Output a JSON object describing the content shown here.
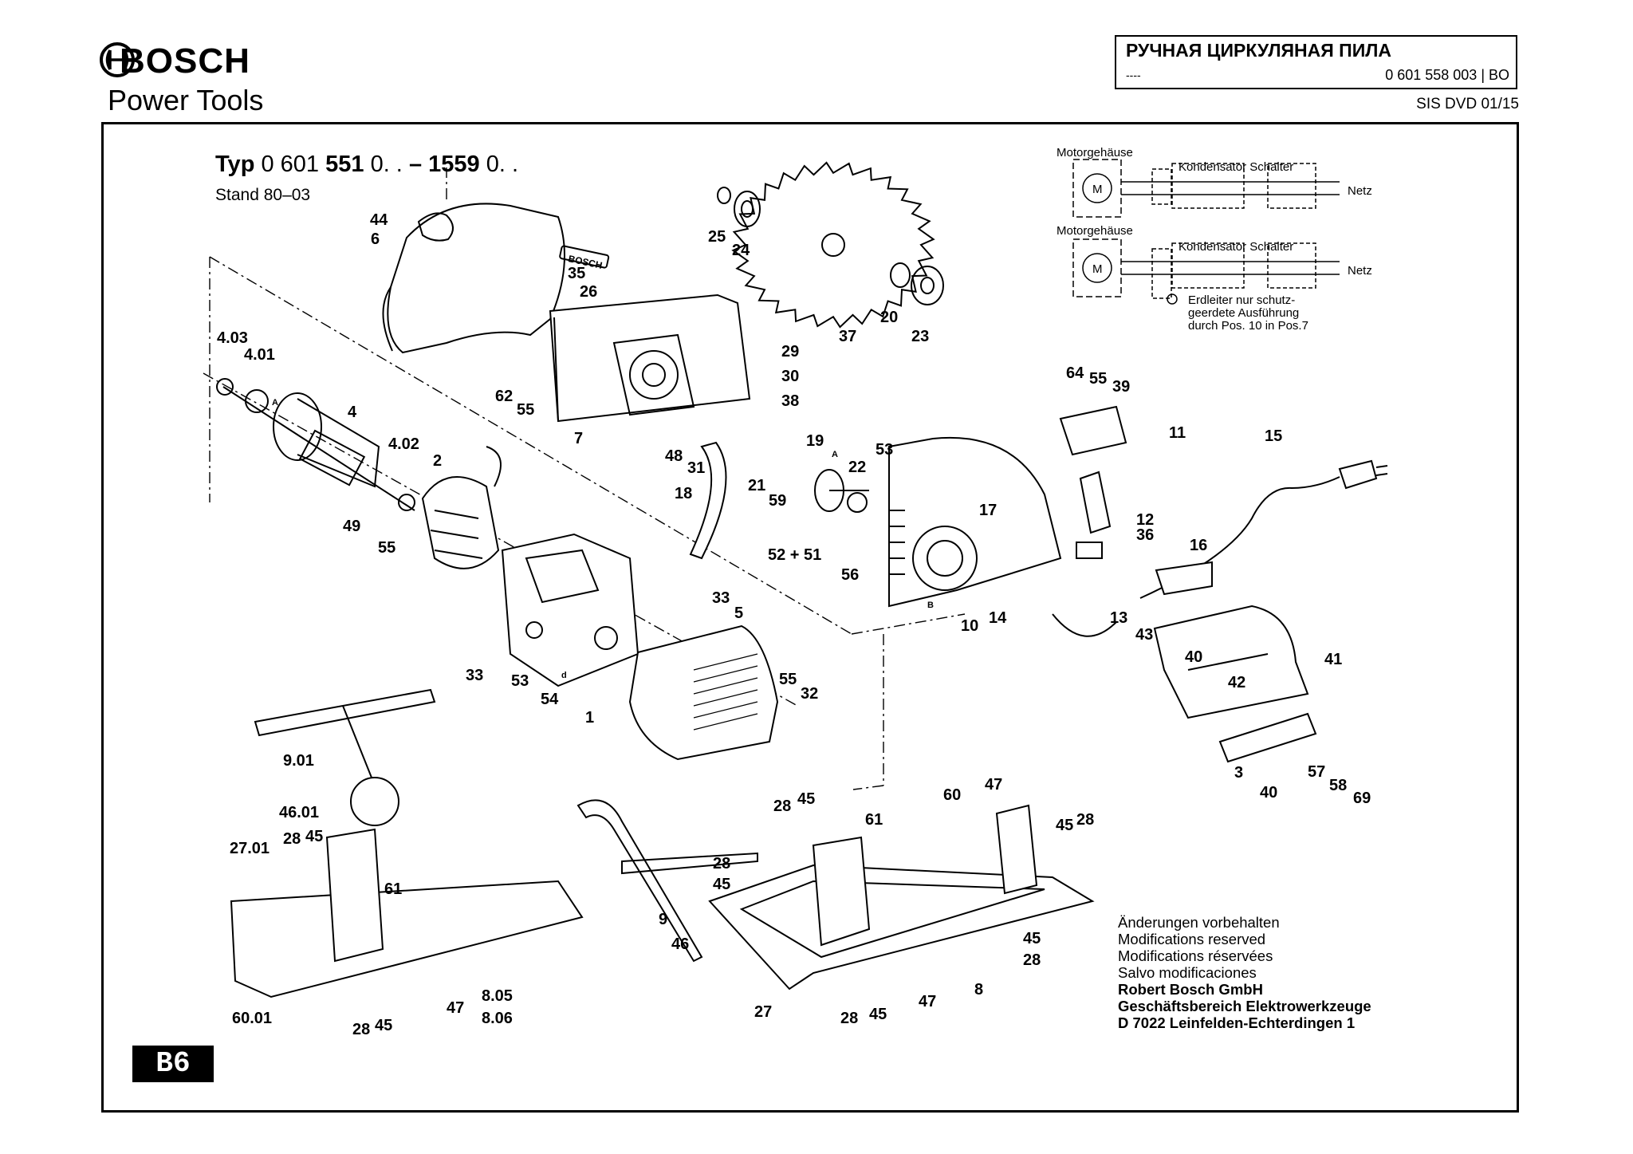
{
  "header": {
    "brand": "BOSCH",
    "brand_sub": "Power Tools",
    "title": "РУЧНАЯ ЦИРКУЛЯНАЯ ПИЛА",
    "title_dashes": "----",
    "part_number": "0 601 558 003 | BO",
    "sis": "SIS DVD 01/15"
  },
  "diagram": {
    "typ_prefix": "Typ",
    "typ_number_a": "0 601",
    "typ_number_b": "551",
    "typ_number_c": "0. .",
    "typ_dash": "–",
    "typ_number_d": "1559",
    "typ_number_e": "0. .",
    "stand": "Stand 80–03",
    "wiring": {
      "motor_housing_1": "Motorgehäuse",
      "motor_housing_2": "Motorgehäuse",
      "capacitor_switch_1": "Kondensator Schalter",
      "capacitor_switch_2": "Kondensator Schalter",
      "netz_1": "Netz",
      "netz_2": "Netz",
      "motor_label_1": "M",
      "motor_label_2": "M",
      "earth_note_1": "Erdleiter nur schutz-",
      "earth_note_2": "geerdete Ausführung",
      "earth_note_3": "durch Pos. 10 in Pos.7"
    },
    "guard_label": "BOSCH",
    "callouts": {
      "c44": "44",
      "c6": "6",
      "c35": "35",
      "c26": "26",
      "c25": "25",
      "c24": "24",
      "c37": "37",
      "c20": "20",
      "c23": "23",
      "c403": "4.03",
      "c401": "4.01",
      "c4": "4",
      "c402": "4.02",
      "c2": "2",
      "c29": "29",
      "c30": "30",
      "c38": "38",
      "c62": "62",
      "c55a": "55",
      "c7": "7",
      "c48": "48",
      "c31": "31",
      "c18": "18",
      "c21": "21",
      "c59": "59",
      "c19": "19",
      "c22": "22",
      "c53a": "53",
      "c17": "17",
      "c64": "64",
      "c55b": "55",
      "c39": "39",
      "c11": "11",
      "c15": "15",
      "c12": "12",
      "c36": "36",
      "c16": "16",
      "c49": "49",
      "c55c": "55",
      "c33a": "33",
      "c5": "5",
      "c5251": "52 + 51",
      "c56": "56",
      "c10": "10",
      "c14": "14",
      "c13": "13",
      "c43": "43",
      "c33b": "33",
      "c53b": "53",
      "c54": "54",
      "c1": "1",
      "c55d": "55",
      "c32": "32",
      "c40a": "40",
      "c42": "42",
      "c41": "41",
      "c3": "3",
      "c40b": "40",
      "c57": "57",
      "c58": "58",
      "c69": "69",
      "c901": "9.01",
      "c4601": "46.01",
      "c2701": "27.01",
      "c28a": "28",
      "c45a": "45",
      "c61a": "61",
      "c6001": "60.01",
      "c28b": "28",
      "c45b": "45",
      "c47a": "47",
      "c805": "8.05",
      "c806": "8.06",
      "c28c": "28",
      "c45c": "45",
      "c61b": "61",
      "c60": "60",
      "c47b": "47",
      "c45d": "45",
      "c28d": "28",
      "c28e": "28",
      "c45e": "45",
      "c9": "9",
      "c46": "46",
      "c45f": "45",
      "c28f": "28",
      "c27": "27",
      "c28g": "28",
      "c45g": "45",
      "c47c": "47",
      "c8": "8",
      "cA1": "A",
      "cA2": "A",
      "cB": "B",
      "cd": "d"
    }
  },
  "notes": {
    "line1": "Änderungen vorbehalten",
    "line2": "Modifications reserved",
    "line3": "Modifications réservées",
    "line4": "Salvo modificaciones",
    "line5": "Robert Bosch GmbH",
    "line6": "Geschäftsbereich Elektrowerkzeuge",
    "line7": "D 7022 Leinfelden-Echterdingen 1"
  },
  "page_tag": "B6"
}
